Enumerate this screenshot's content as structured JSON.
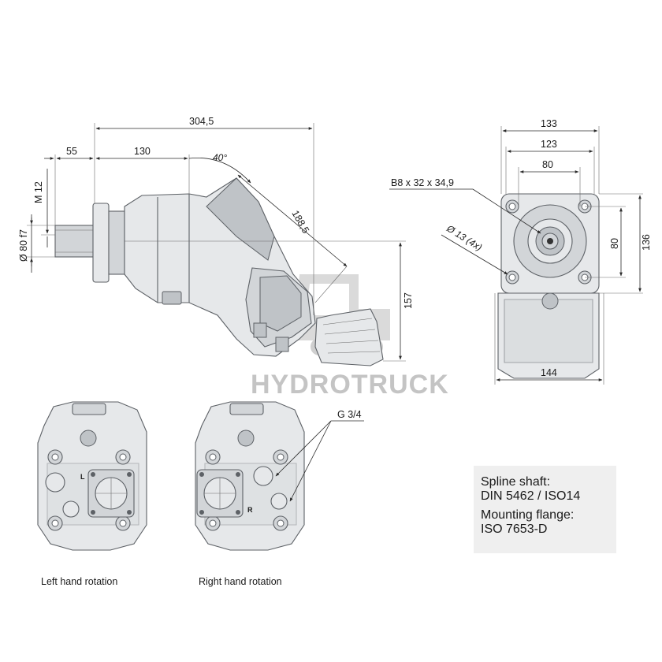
{
  "dimensions": {
    "overall_length": "304,5",
    "shaft_length": "55",
    "flange_to_bend": "130",
    "bend_angle": "40°",
    "bent_length": "188,5",
    "thread": "M 12",
    "shaft_diameter": "Ø 80 f7",
    "height": "157",
    "width_133": "133",
    "width_123": "123",
    "width_80": "80",
    "spline_spec": "B8 x 32 x 34,9",
    "bolt_holes": "Ø 13 (4x)",
    "height_80": "80",
    "height_136": "136",
    "width_144": "144",
    "port_size": "G 3/4"
  },
  "rotation_marks": {
    "left": "L",
    "right": "R"
  },
  "captions": {
    "left_rotation": "Left hand rotation",
    "right_rotation": "Right hand rotation"
  },
  "info_box": {
    "spline_title": "Spline shaft:",
    "spline_standard": "DIN 5462 / ISO14",
    "mount_title": "Mounting flange:",
    "mount_standard": "ISO 7653-D"
  },
  "watermark": "HYDROTRUCK"
}
